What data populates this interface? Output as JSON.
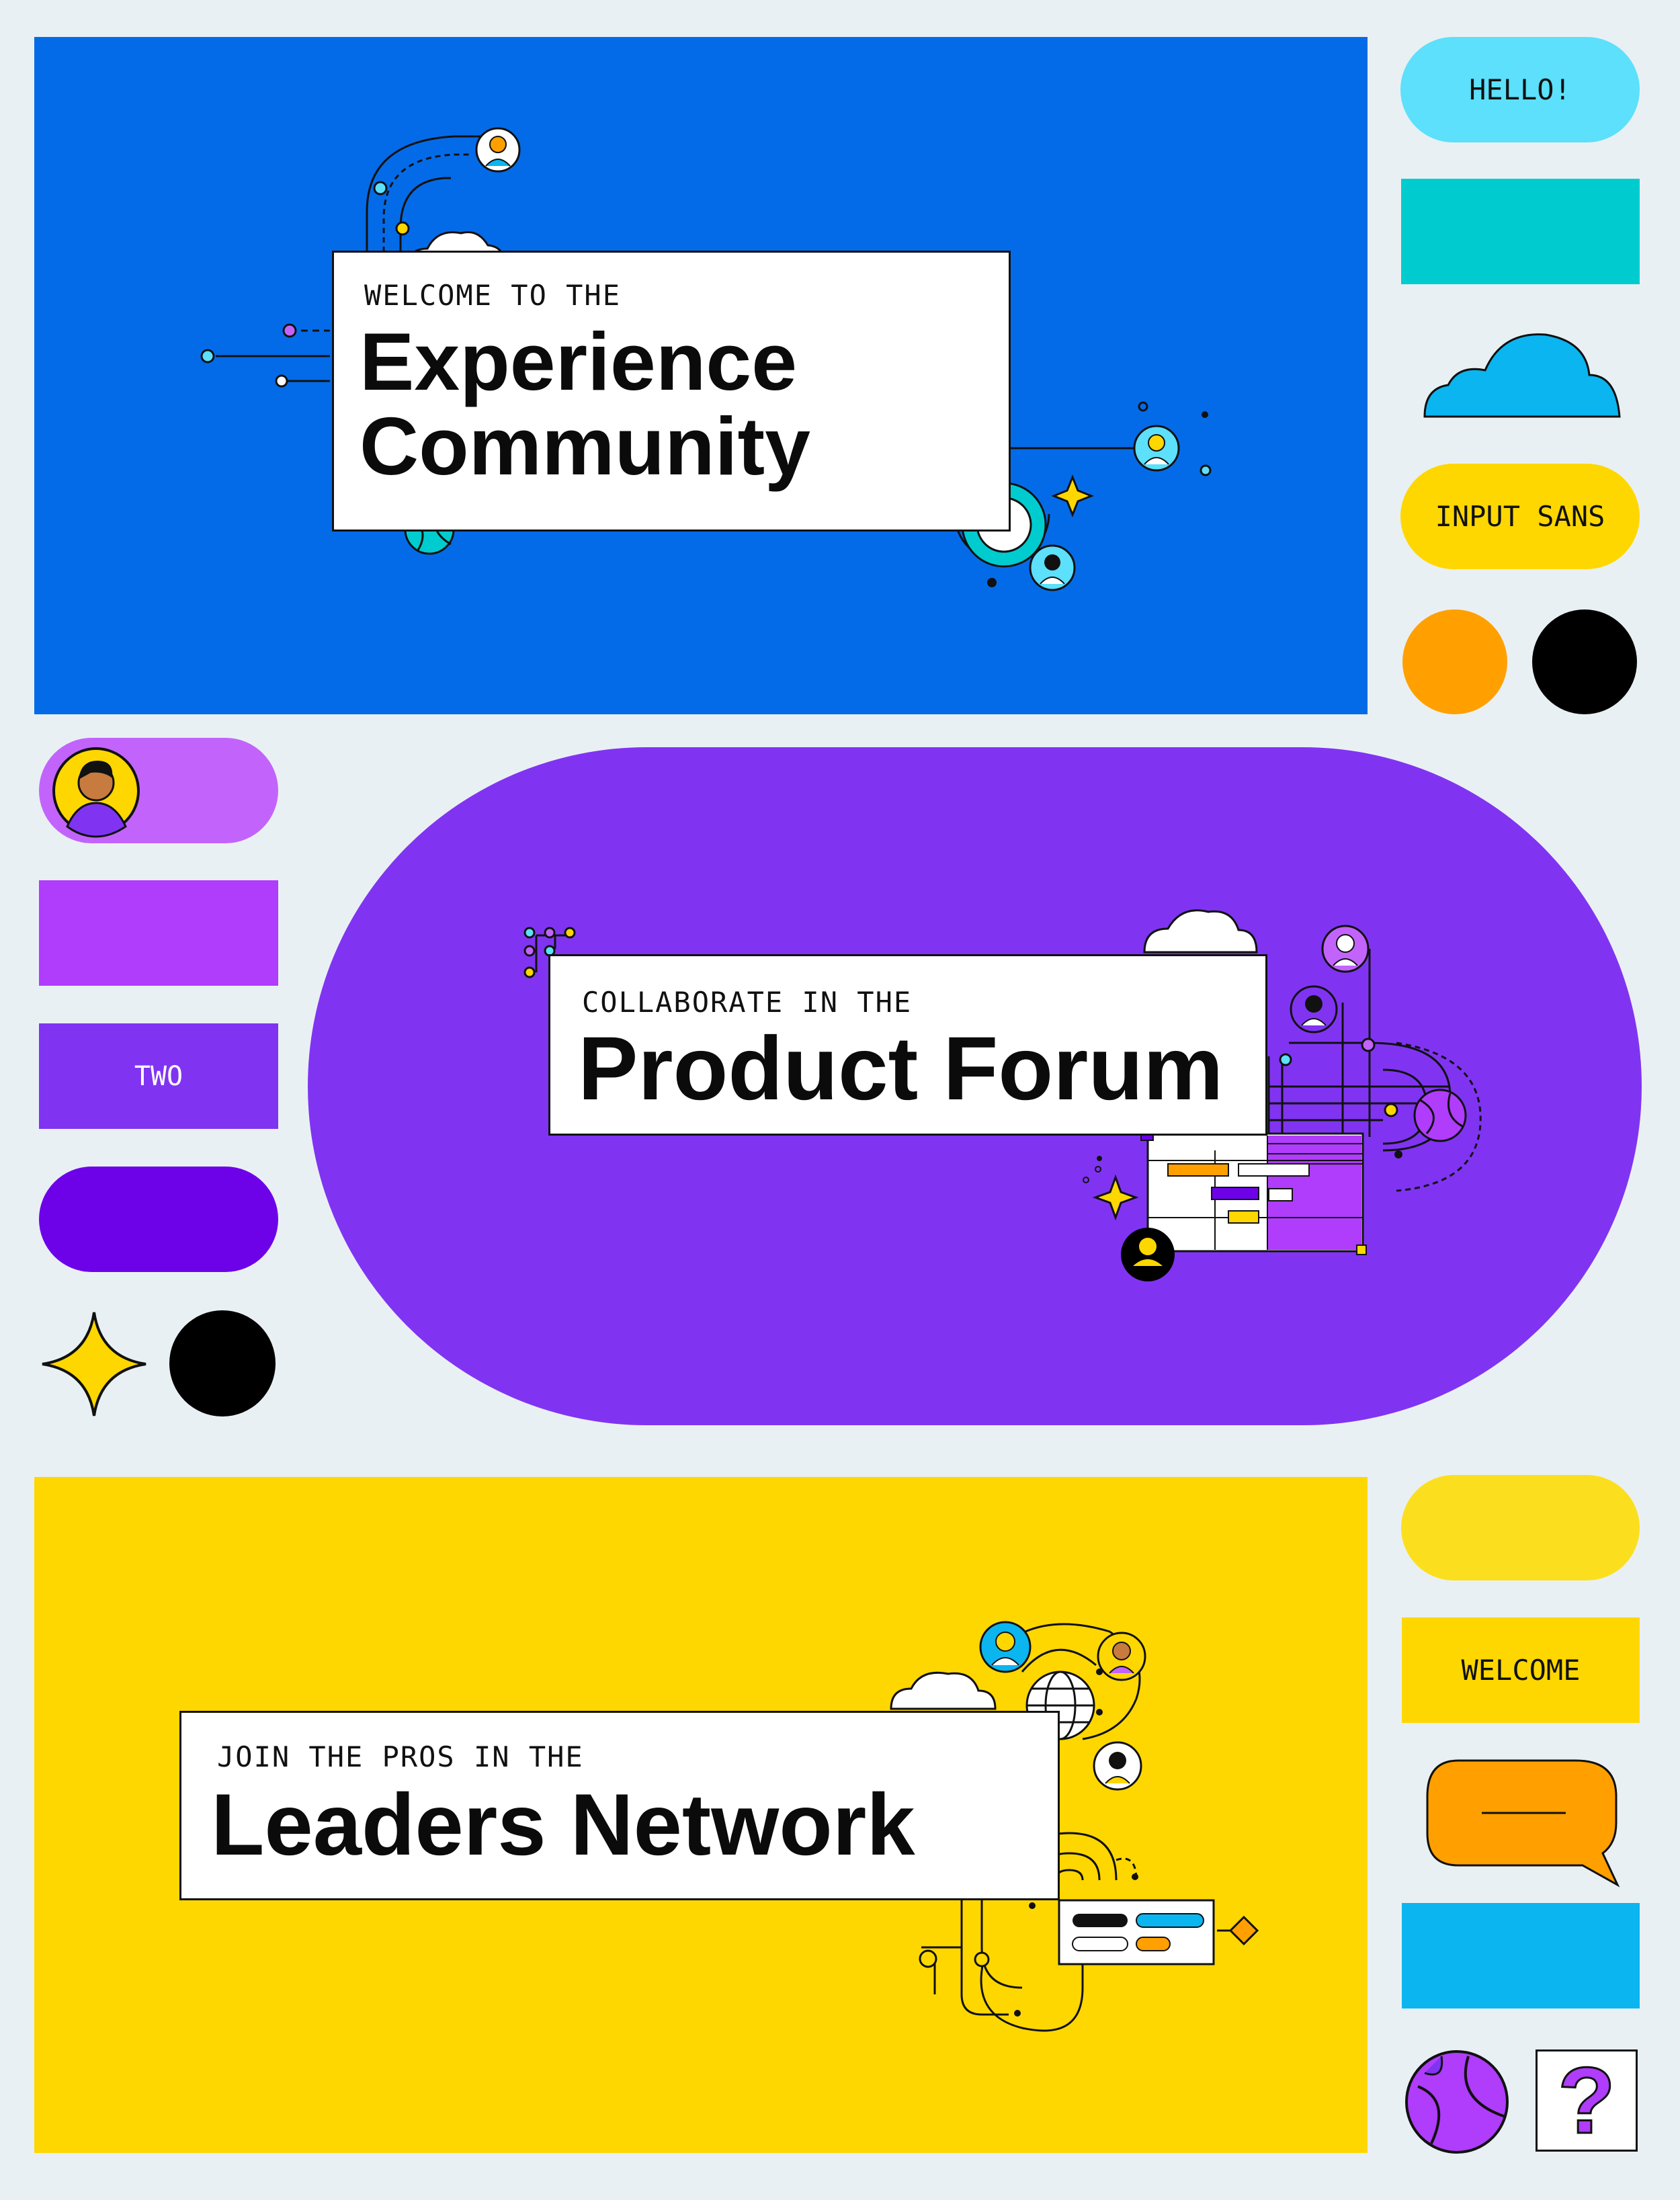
{
  "colors": {
    "background": "#e9f0f3",
    "blue": "#046be8",
    "purple": "#8034f2",
    "yellow": "#ffd700",
    "cyan": "#5ce0fb",
    "teal": "#00cccf",
    "sky": "#0bb5f0",
    "orange": "#ffa000",
    "violet": "#b03cfc",
    "indigo": "#6d02e9",
    "lavender": "#c264fb",
    "black": "#000000"
  },
  "panels": {
    "community": {
      "kicker": "WELCOME TO THE",
      "title_line1": "Experience",
      "title_line2": "Community"
    },
    "forum": {
      "kicker": "COLLABORATE IN THE",
      "title": "Product Forum"
    },
    "network": {
      "kicker": "JOIN THE PROS IN THE",
      "title": "Leaders Network"
    }
  },
  "swatches": {
    "hello_label": "HELLO!",
    "font_label": "INPUT SANS",
    "two_label": "TWO",
    "welcome_label": "WELCOME",
    "question_glyph": "?"
  },
  "icons": [
    "cloud-icon",
    "sparkle-icon",
    "globe-icon",
    "speech-bubble-icon",
    "avatar-icon",
    "question-mark-icon",
    "ball-icon"
  ]
}
